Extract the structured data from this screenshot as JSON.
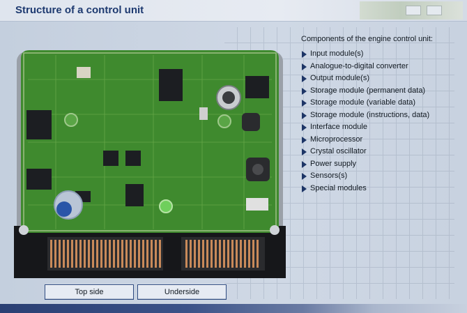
{
  "header": {
    "title": "Structure of a control unit"
  },
  "components": {
    "title": "Components of the engine control unit:",
    "items": [
      "Input module(s)",
      "Analogue-to-digital converter",
      "Output module(s)",
      "Storage module (permanent data)",
      "Storage module (variable data)",
      "Storage module (instructions, data)",
      "Interface module",
      "Microprocessor",
      "Crystal oscillator",
      "Power supply",
      "Sensors(s)",
      "Special modules"
    ]
  },
  "tabs": {
    "top_label": "Top side",
    "under_label": "Underside"
  },
  "icons": {
    "bullet": "triangle-right-icon"
  },
  "colors": {
    "title": "#1e3a70",
    "pcb": "#3f8a2e",
    "connector_pins": "#c98a5a",
    "tab_border": "#2e4a80",
    "footer": "#2a3f73"
  }
}
